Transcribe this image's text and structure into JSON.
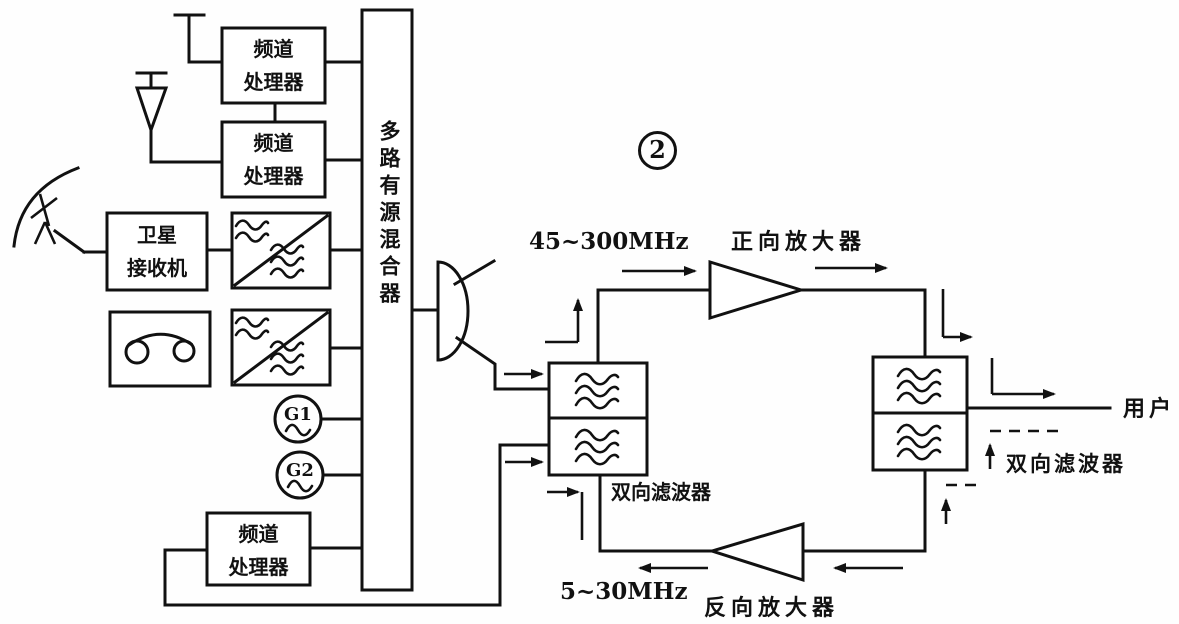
{
  "figure_number": "2",
  "blocks": {
    "channel_processor_top": {
      "line1": "频道",
      "line2": "处理器"
    },
    "channel_processor_mid": {
      "line1": "频道",
      "line2": "处理器"
    },
    "channel_processor_bottom": {
      "line1": "频道",
      "line2": "处理器"
    },
    "satellite_receiver": {
      "line1": "卫星",
      "line2": "接收机"
    },
    "multiplex_mixer": {
      "label": "多路有源混合器"
    },
    "signal_generator_1": {
      "label": "G1"
    },
    "signal_generator_2": {
      "label": "G2"
    }
  },
  "annotations": {
    "forward_band": "45~300MHz",
    "forward_amplifier": "正向放大器",
    "reverse_band": "5~30MHz",
    "reverse_amplifier": "反向放大器",
    "bidirectional_filter_left": "双向滤波器",
    "bidirectional_filter_right": "双向滤波器",
    "subscriber": "用户"
  },
  "colors": {
    "ink": "#111111",
    "paper": "#fefefe"
  }
}
